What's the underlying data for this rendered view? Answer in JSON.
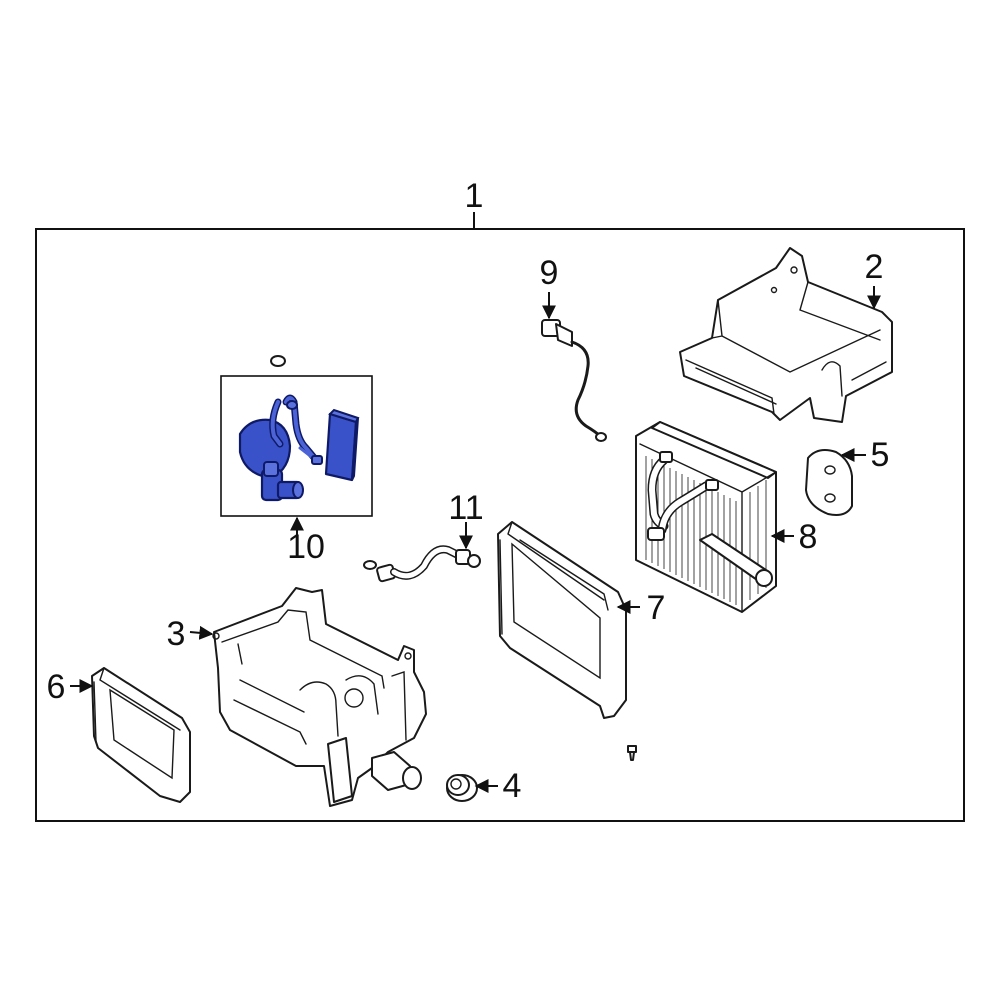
{
  "diagram": {
    "callouts": {
      "c1": "1",
      "c2": "2",
      "c3": "3",
      "c4": "4",
      "c5": "5",
      "c6": "6",
      "c7": "7",
      "c8": "8",
      "c9": "9",
      "c10": "10",
      "c11": "11"
    },
    "colors": {
      "highlight": "#3a52c9",
      "line": "#1a1a1a",
      "background": "#ffffff"
    }
  }
}
